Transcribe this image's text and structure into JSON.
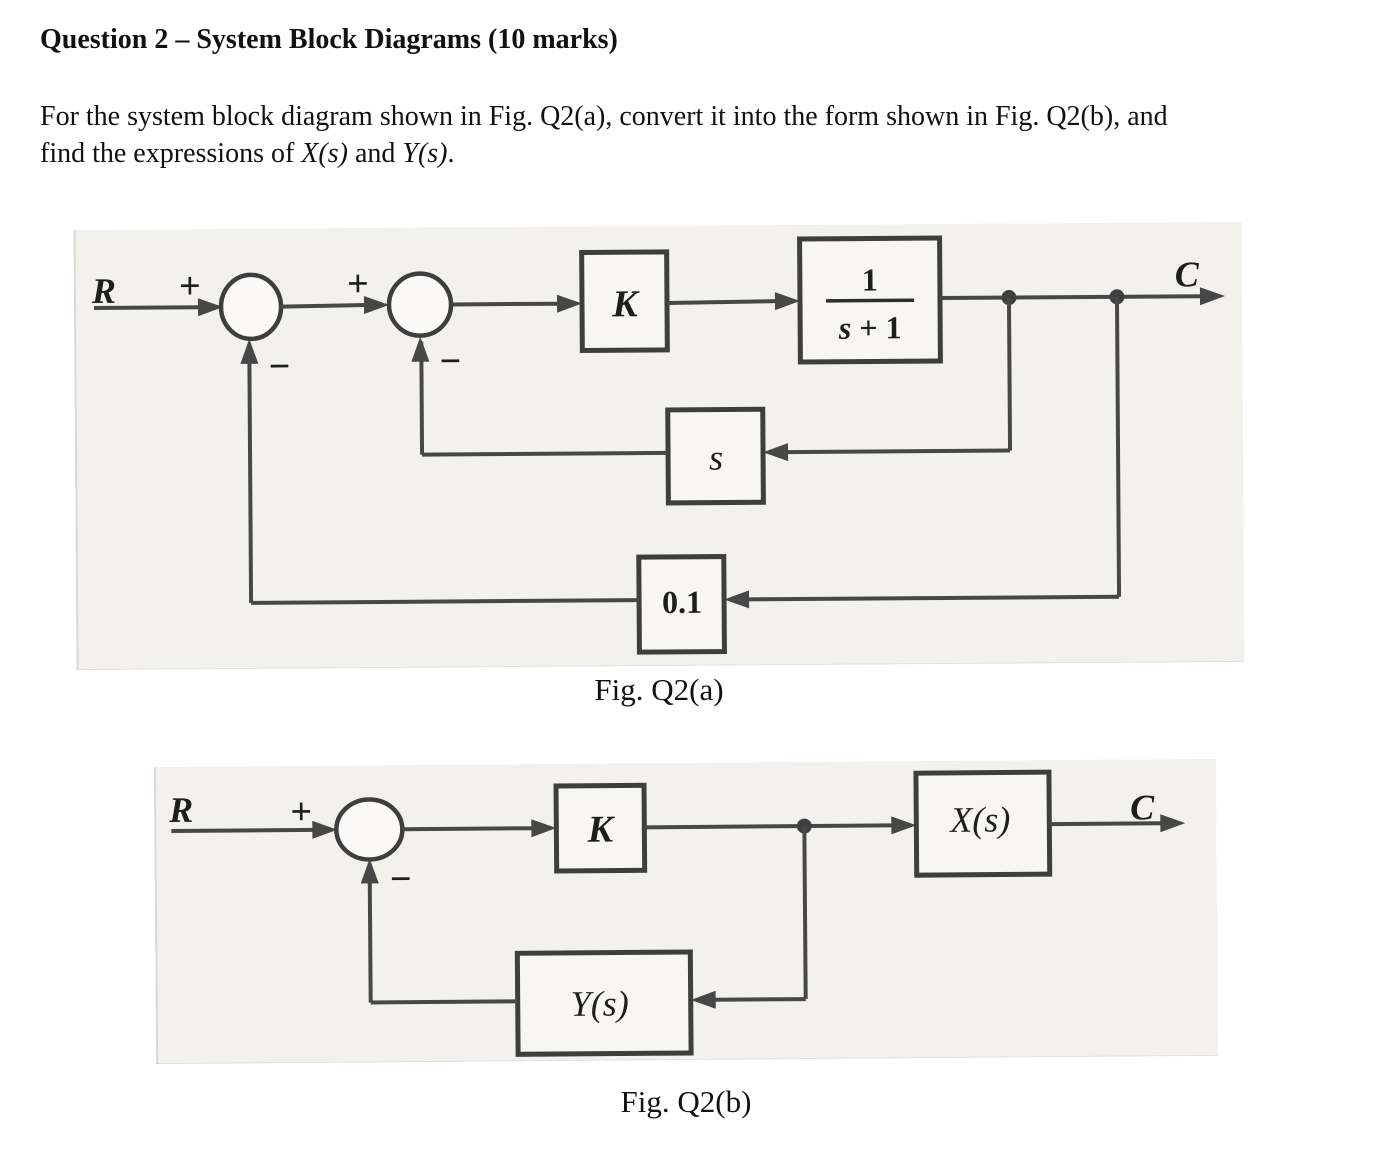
{
  "question": {
    "heading": "Question 2 – System Block Diagrams (10 marks)",
    "line1": "For the system block diagram shown in Fig. Q2(a), convert it into the form shown in Fig. Q2(b), and",
    "line2_pre": "find the expressions of ",
    "line2_x": "X(s)",
    "line2_mid": " and ",
    "line2_y": "Y(s)",
    "line2_end": "."
  },
  "fig_a": {
    "caption": "Fig. Q2(a)",
    "input_label": "R",
    "output_label": "C",
    "sum1": {
      "plus": "+",
      "minus": "−"
    },
    "sum2": {
      "plus": "+",
      "minus": "−"
    },
    "blocks": {
      "k": "K",
      "plant_numerator": "1",
      "plant_den_s": "s",
      "plant_den_rest": " + 1",
      "inner_feedback": "s",
      "outer_feedback": "0.1"
    }
  },
  "fig_b": {
    "caption": "Fig. Q2(b)",
    "input_label": "R",
    "output_label": "C",
    "sum": {
      "plus": "+",
      "minus": "−"
    },
    "blocks": {
      "k": "K",
      "forward": "X(s)",
      "feedback": "Y(s)"
    }
  },
  "colors": {
    "page_background": "#ffffff",
    "scan_background": "#f2f1ee",
    "ink": "#474747"
  }
}
